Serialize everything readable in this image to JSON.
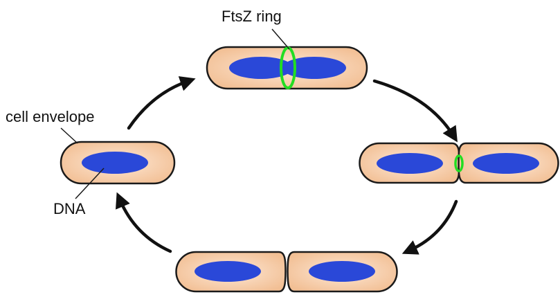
{
  "labels": {
    "ftsz_ring": "FtsZ ring",
    "cell_envelope": "cell envelope",
    "dna": "DNA"
  },
  "stages": [
    "single cell with DNA",
    "elongated cell with FtsZ ring between segregated DNA",
    "constricting cell with FtsZ ring at septum",
    "two separating daughter cells"
  ],
  "colors": {
    "cytoplasm_center": "#fde8d6",
    "cytoplasm_edge": "#f2bf94",
    "dna": "#2a48d8",
    "ftsz": "#22dd22",
    "outline": "#1a1a1a",
    "arrow": "#111111"
  }
}
